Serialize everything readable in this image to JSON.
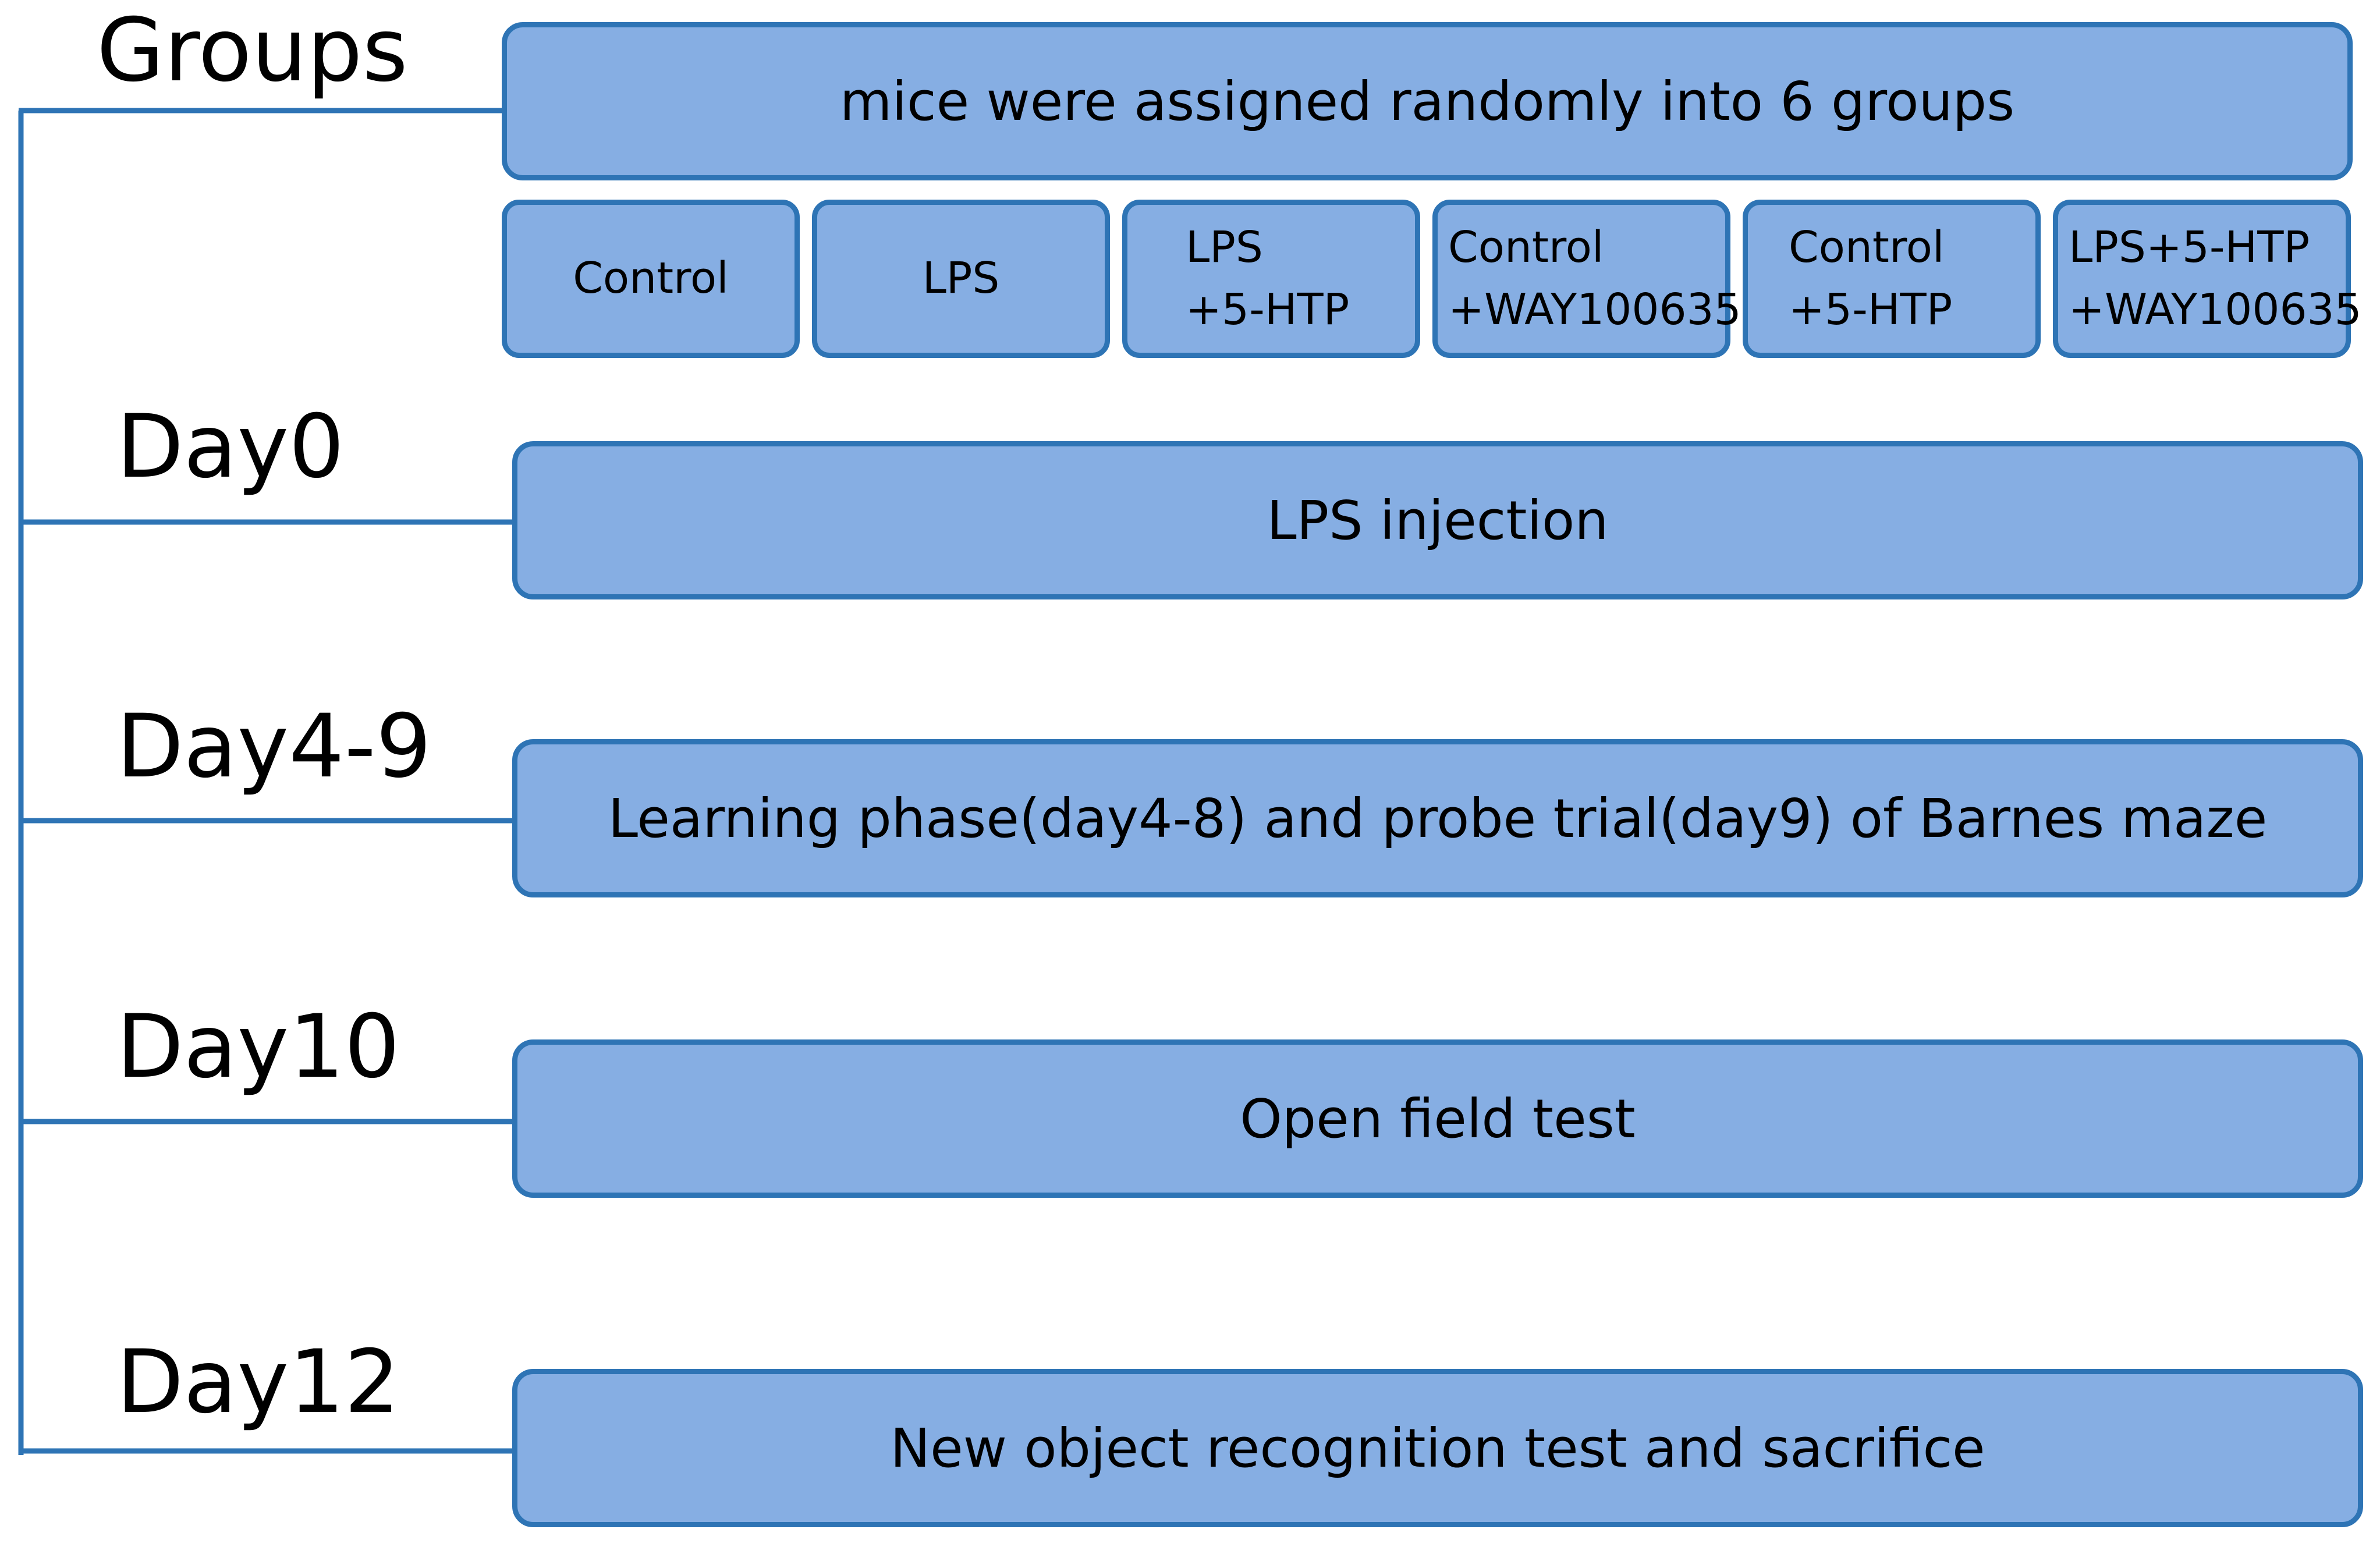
{
  "stages": {
    "groups": "Groups",
    "day0": "Day0",
    "day4_9": "Day4-9",
    "day10": "Day10",
    "day12": "Day12"
  },
  "steps": {
    "assignment": "mice were assigned randomly into 6 groups",
    "lps_injection": "LPS injection",
    "barnes_maze": "Learning phase(day4-8) and probe trial(day9) of Barnes maze",
    "open_field": "Open field test",
    "nor_sacrifice": "New object recognition test and sacrifice"
  },
  "groups": [
    {
      "line1": "Control",
      "line2": ""
    },
    {
      "line1": "LPS",
      "line2": ""
    },
    {
      "line1": "LPS",
      "line2": "+5-HTP"
    },
    {
      "line1": "Control",
      "line2": "+WAY100635"
    },
    {
      "line1": "Control",
      "line2": "+5-HTP"
    },
    {
      "line1": "LPS+5-HTP",
      "line2": "+WAY100635"
    }
  ],
  "colors": {
    "box_fill": "#86aee3",
    "box_border": "#2e74b5",
    "timeline": "#2e74b5"
  }
}
